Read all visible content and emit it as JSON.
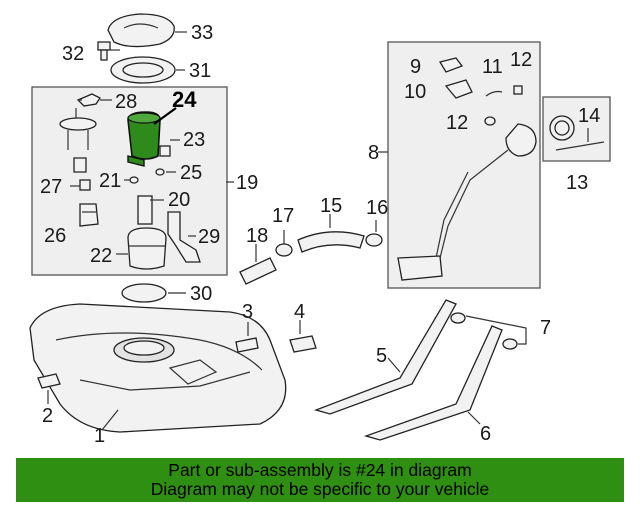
{
  "diagram": {
    "part_numbers": {
      "p1": "1",
      "p2": "2",
      "p3": "3",
      "p4": "4",
      "p5": "5",
      "p6": "6",
      "p7": "7",
      "p8": "8",
      "p9": "9",
      "p10": "10",
      "p11": "11",
      "p12a": "12",
      "p12b": "12",
      "p13": "13",
      "p14": "14",
      "p15": "15",
      "p16": "16",
      "p17": "17",
      "p18": "18",
      "p19": "19",
      "p20": "20",
      "p21": "21",
      "p22": "22",
      "p23": "23",
      "p24": "24",
      "p25": "25",
      "p26": "26",
      "p27": "27",
      "p28": "28",
      "p29": "29",
      "p30": "30",
      "p31": "31",
      "p32": "32",
      "p33": "33"
    },
    "highlighted_part": "24",
    "colors": {
      "highlight_part": "#2f8a1c",
      "banner": "#2f8f12",
      "group_box": "#efefef"
    }
  },
  "banner": {
    "line1": "Part or sub-assembly is #24 in diagram",
    "line2": "Diagram may not be specific to your vehicle"
  }
}
